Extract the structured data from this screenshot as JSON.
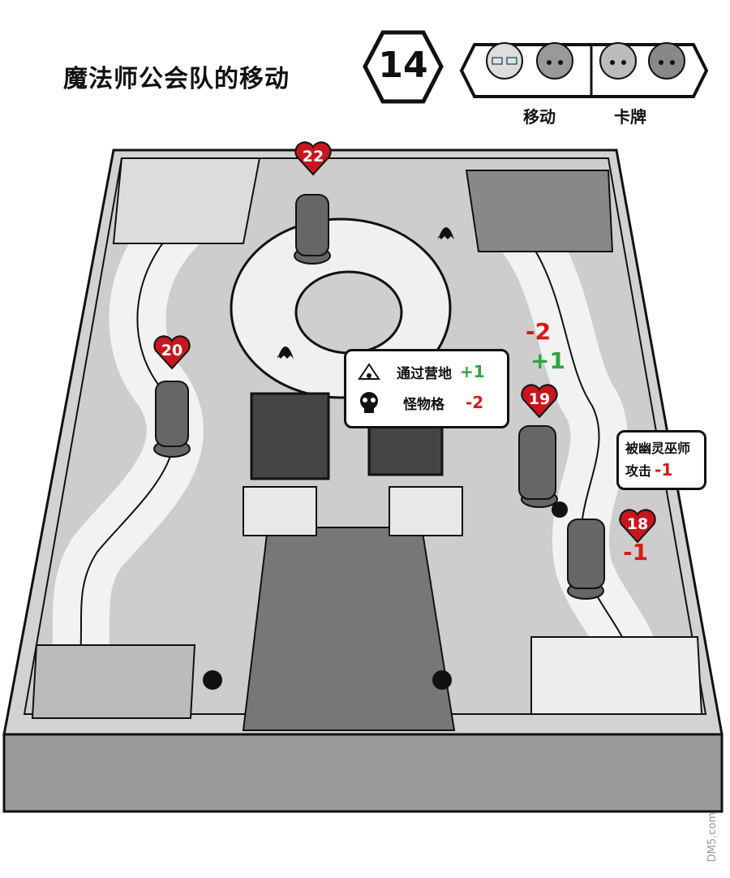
{
  "header": {
    "title": "魔法师公会队的移动",
    "turn_number": "14",
    "order_labels": [
      "移动",
      "卡牌"
    ]
  },
  "markers": [
    {
      "value": "22"
    },
    {
      "value": "20"
    },
    {
      "value": "19"
    },
    {
      "value": "18"
    }
  ],
  "legend_bubble": {
    "rows": [
      {
        "label": "通过营地",
        "delta": "+1",
        "icon": "camp-icon"
      },
      {
        "label": "怪物格",
        "delta": "-2",
        "icon": "skull-icon"
      }
    ]
  },
  "attack_bubble": {
    "line1": "被幽灵巫师",
    "line2": "攻击",
    "delta": "-1"
  },
  "floating_numbers": {
    "minus_two": "-2",
    "plus_one": "+1",
    "minus_one": "-1"
  },
  "colors": {
    "heart": "#c8161d",
    "plus": "#2fa43a",
    "minus": "#d61a1a"
  },
  "watermark": "DM5.com"
}
